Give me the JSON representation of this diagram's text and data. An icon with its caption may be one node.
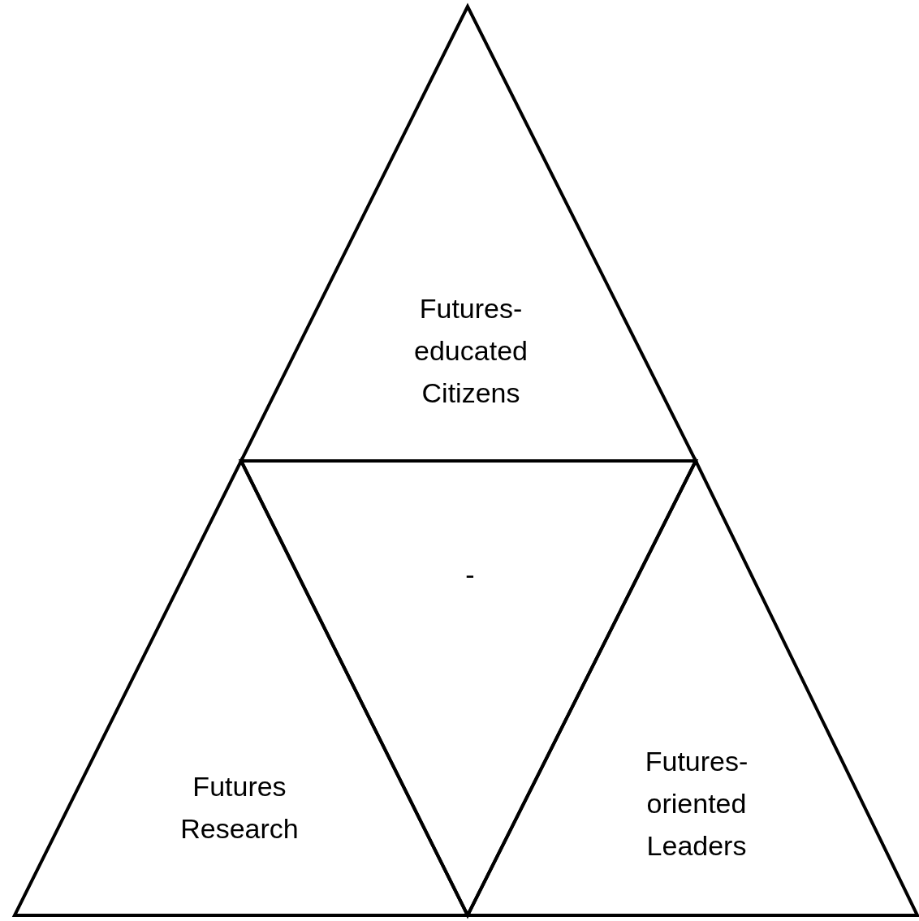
{
  "diagram": {
    "nodes": [
      {
        "text": [
          "Futures-educated Citizens"
        ]
      },
      {
        "text": [
          "Futures Research"
        ]
      },
      {
        "text": [
          "-"
        ]
      },
      {
        "text": [
          "Futures-oriented Leaders"
        ]
      }
    ]
  }
}
